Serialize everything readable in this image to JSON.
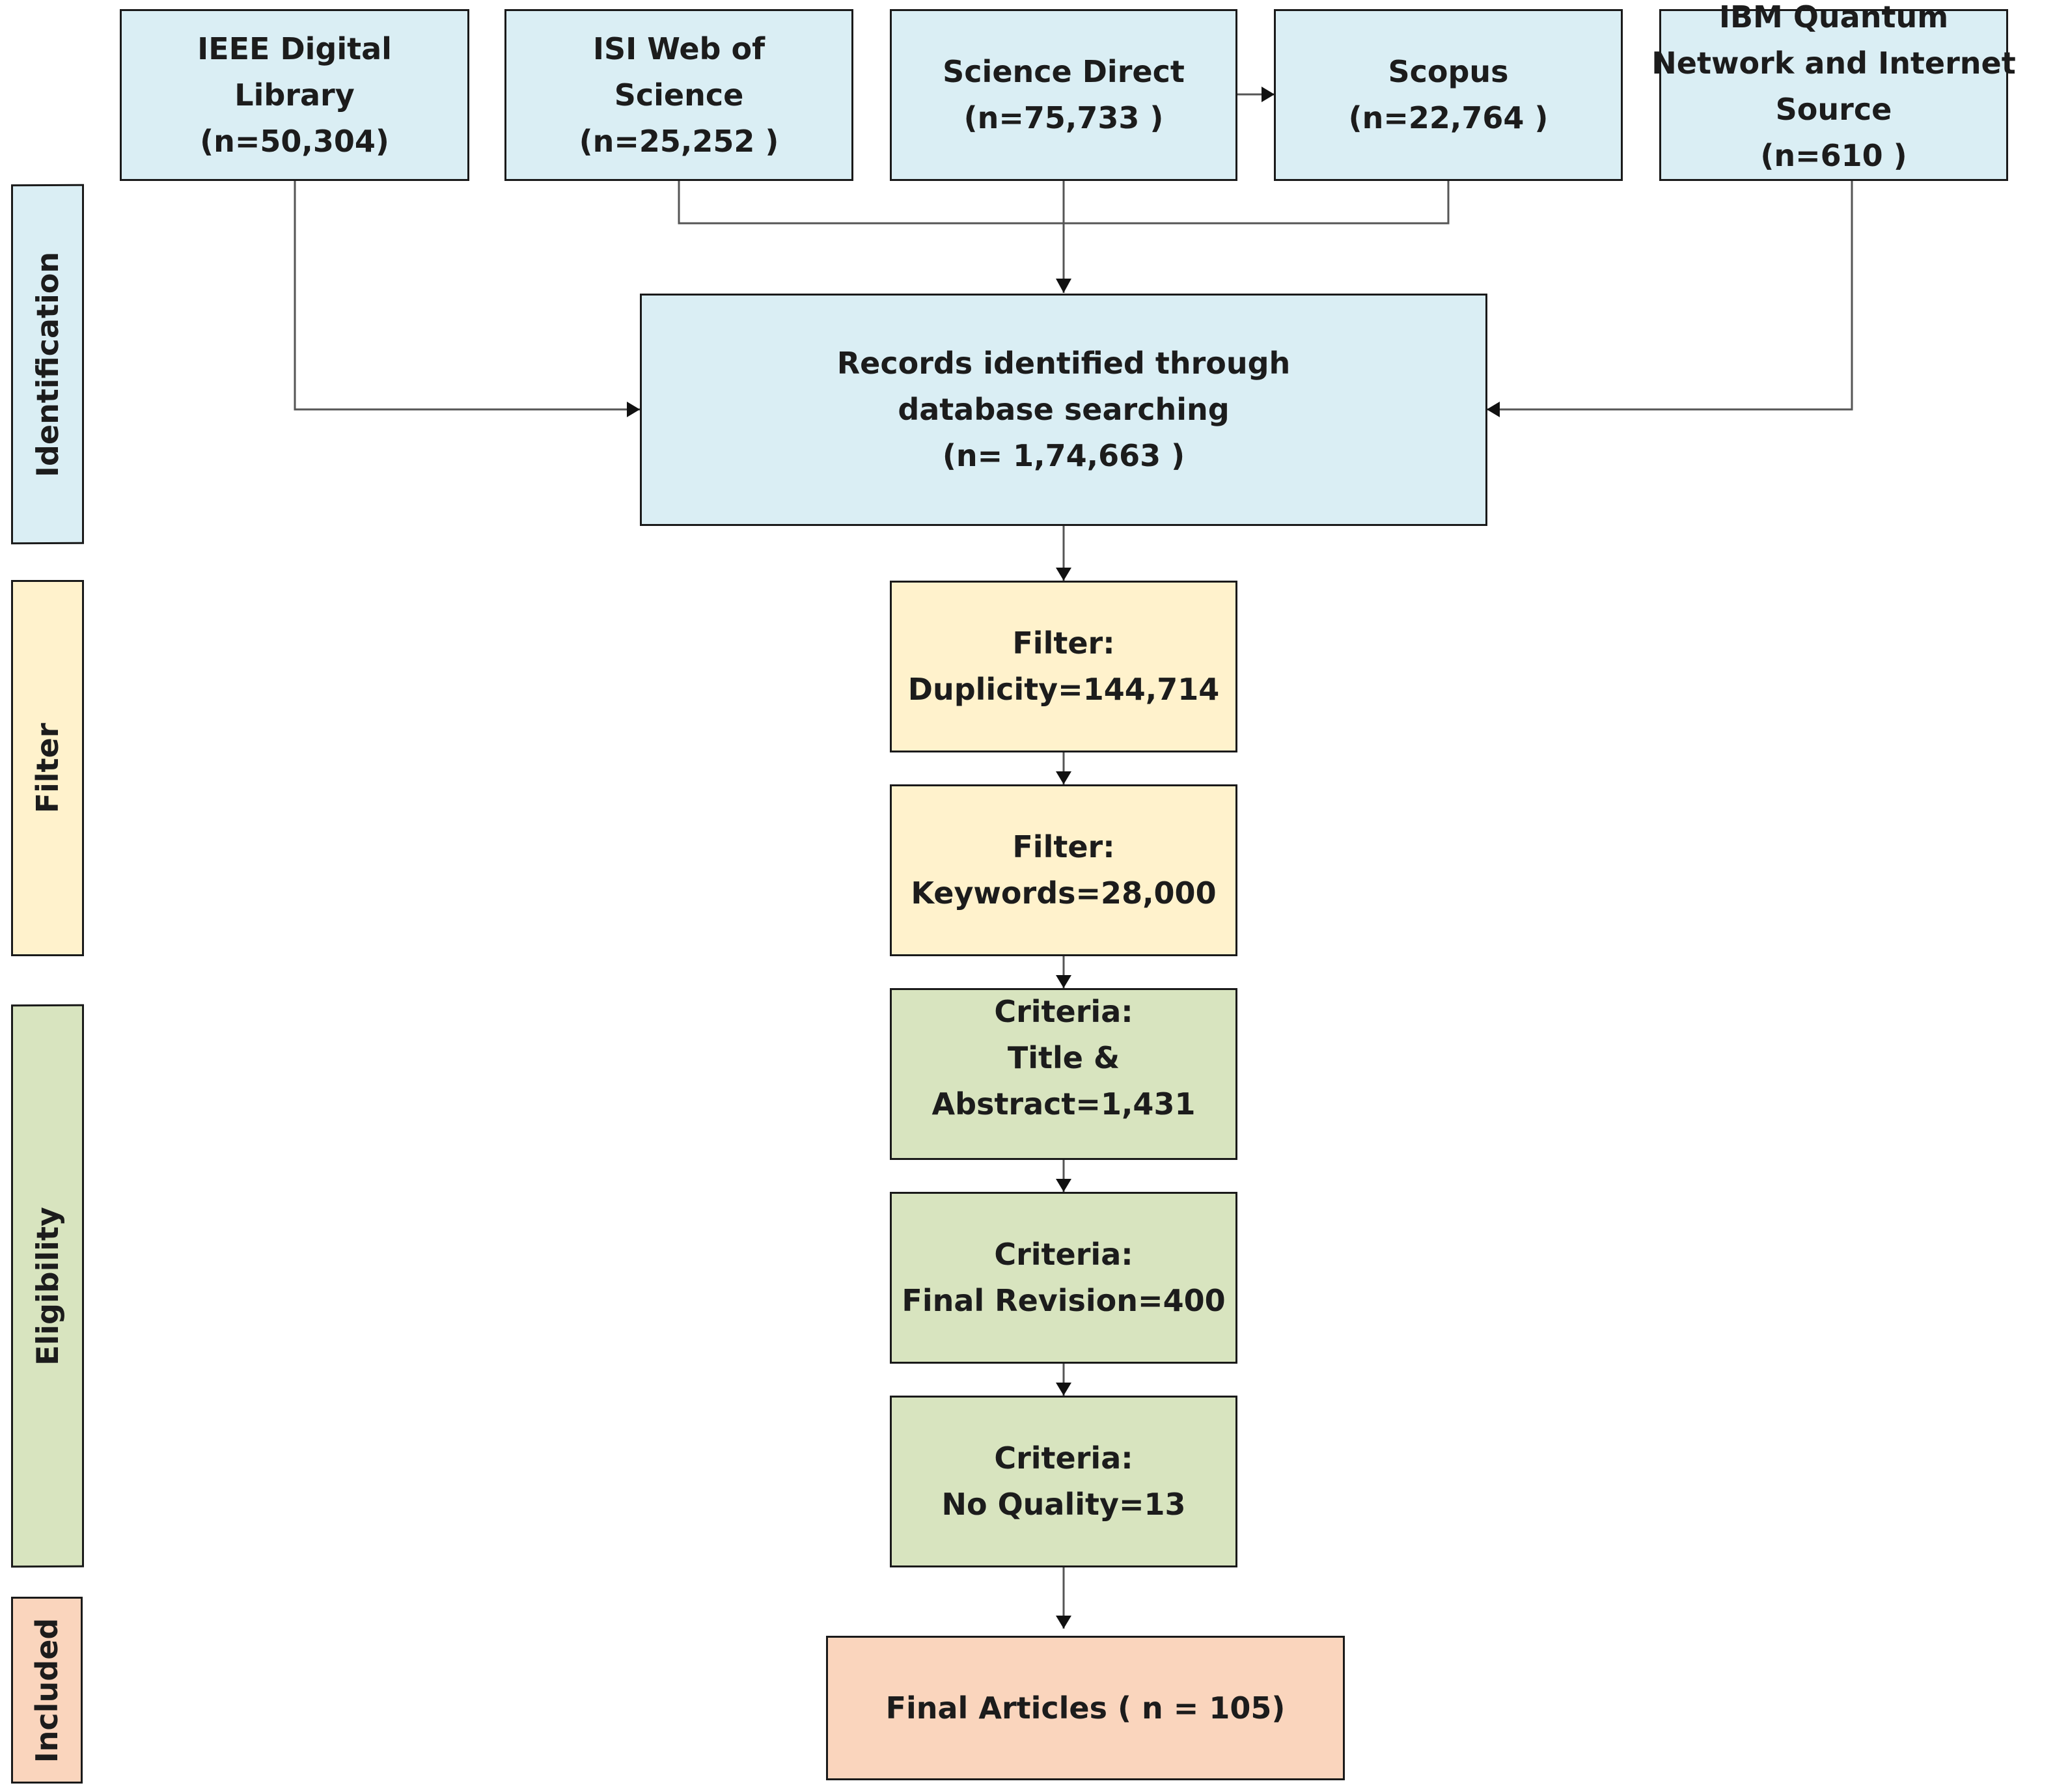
{
  "stages": {
    "identification": "Identification",
    "filter": "Filter",
    "eligibility": "Eligibility",
    "included": "Included"
  },
  "sources": {
    "ieee": [
      "IEEE Digital",
      "Library",
      "(n=50,304)"
    ],
    "isi": [
      "ISI Web of",
      "Science",
      "(n=25,252 )"
    ],
    "sciencedirect": [
      "Science Direct",
      "(n=75,733 )"
    ],
    "scopus": [
      "Scopus",
      "(n=22,764 )"
    ],
    "ibm": [
      "IBM Quantum",
      "Network and Internet",
      "Source",
      "(n=610 )"
    ]
  },
  "records": [
    "Records identified through",
    "database searching",
    "(n= 1,74,663 )"
  ],
  "filters": {
    "duplicity": [
      "Filter:",
      "Duplicity=144,714"
    ],
    "keywords": [
      "Filter:",
      "Keywords=28,000"
    ]
  },
  "criteria": {
    "title_abstract": [
      "Criteria:",
      "Title &",
      "Abstract=1,431"
    ],
    "final_revision": [
      "Criteria:",
      "Final Revision=400"
    ],
    "no_quality": [
      "Criteria:",
      "No Quality=13"
    ]
  },
  "final": [
    "Final Articles ( n = 105)"
  ],
  "colors": {
    "identification": "#daeef4",
    "filter": "#fff2cc",
    "eligibility": "#d8e4bf",
    "included": "#fad5bd",
    "line": "#555555"
  }
}
